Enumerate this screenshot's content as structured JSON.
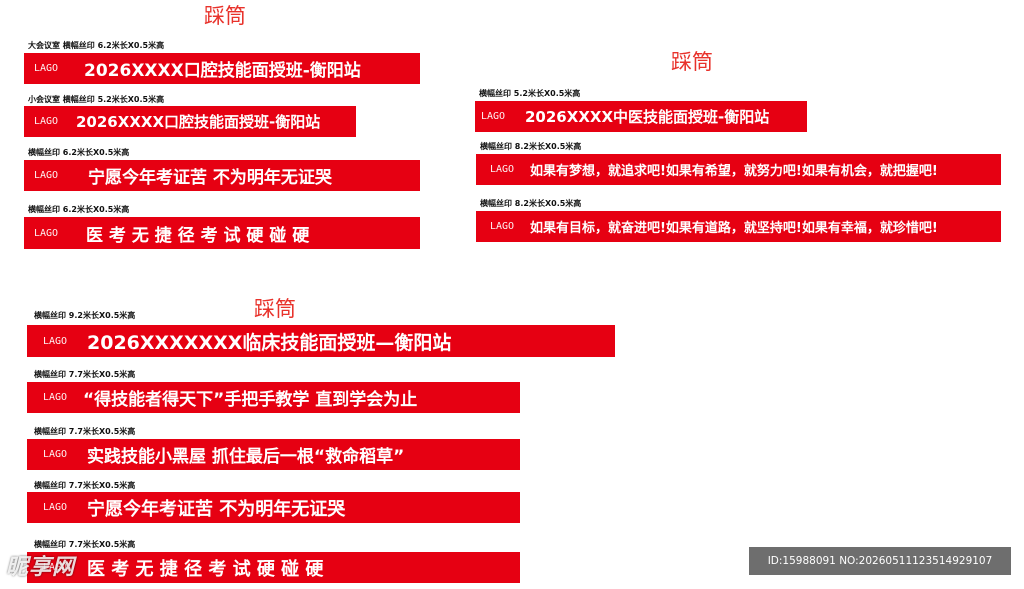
{
  "section_titles": [
    "踩筒",
    "踩筒",
    "踩筒"
  ],
  "logo_text": "LAGO",
  "banners": [
    {
      "spec": "大会议室  横幅丝印  6.2米长X0.5米高",
      "text": "2026XXXX口腔技能面授班-衡阳站"
    },
    {
      "spec": "小会议室  横幅丝印  5.2米长X0.5米高",
      "text": "2026XXXX口腔技能面授班-衡阳站"
    },
    {
      "spec": "横幅丝印  6.2米长X0.5米高",
      "text": "宁愿今年考证苦  不为明年无证哭"
    },
    {
      "spec": "横幅丝印  6.2米长X0.5米高",
      "text": "医 考 无 捷 径   考 试 硬 碰 硬"
    },
    {
      "spec": "横幅丝印  5.2米长X0.5米高",
      "text": "2026XXXX中医技能面授班-衡阳站"
    },
    {
      "spec": "横幅丝印  8.2米长X0.5米高",
      "text": "如果有梦想，就追求吧!如果有希望，就努力吧!如果有机会，就把握吧!"
    },
    {
      "spec": "横幅丝印  8.2米长X0.5米高",
      "text": "如果有目标，就奋进吧!如果有道路，就坚持吧!如果有幸福，就珍惜吧!"
    },
    {
      "spec": "横幅丝印  9.2米长X0.5米高",
      "text": "2026XXXXXXX临床技能面授班—衡阳站"
    },
    {
      "spec": "横幅丝印  7.7米长X0.5米高",
      "text": "“得技能者得天下”手把手教学  直到学会为止"
    },
    {
      "spec": "横幅丝印  7.7米长X0.5米高",
      "text": "实践技能小黑屋  抓住最后一根“救命稻草”"
    },
    {
      "spec": "横幅丝印  7.7米长X0.5米高",
      "text": "宁愿今年考证苦  不为明年无证哭"
    },
    {
      "spec": "横幅丝印  7.7米长X0.5米高",
      "text": "医 考 无 捷 径   考 试 硬 碰 硬"
    }
  ],
  "watermark": {
    "site": "昵享网",
    "id_info": "ID:15988091 NO:20260511123514929107"
  },
  "colors": {
    "banner": "#e60012",
    "title": "#e8322b"
  }
}
